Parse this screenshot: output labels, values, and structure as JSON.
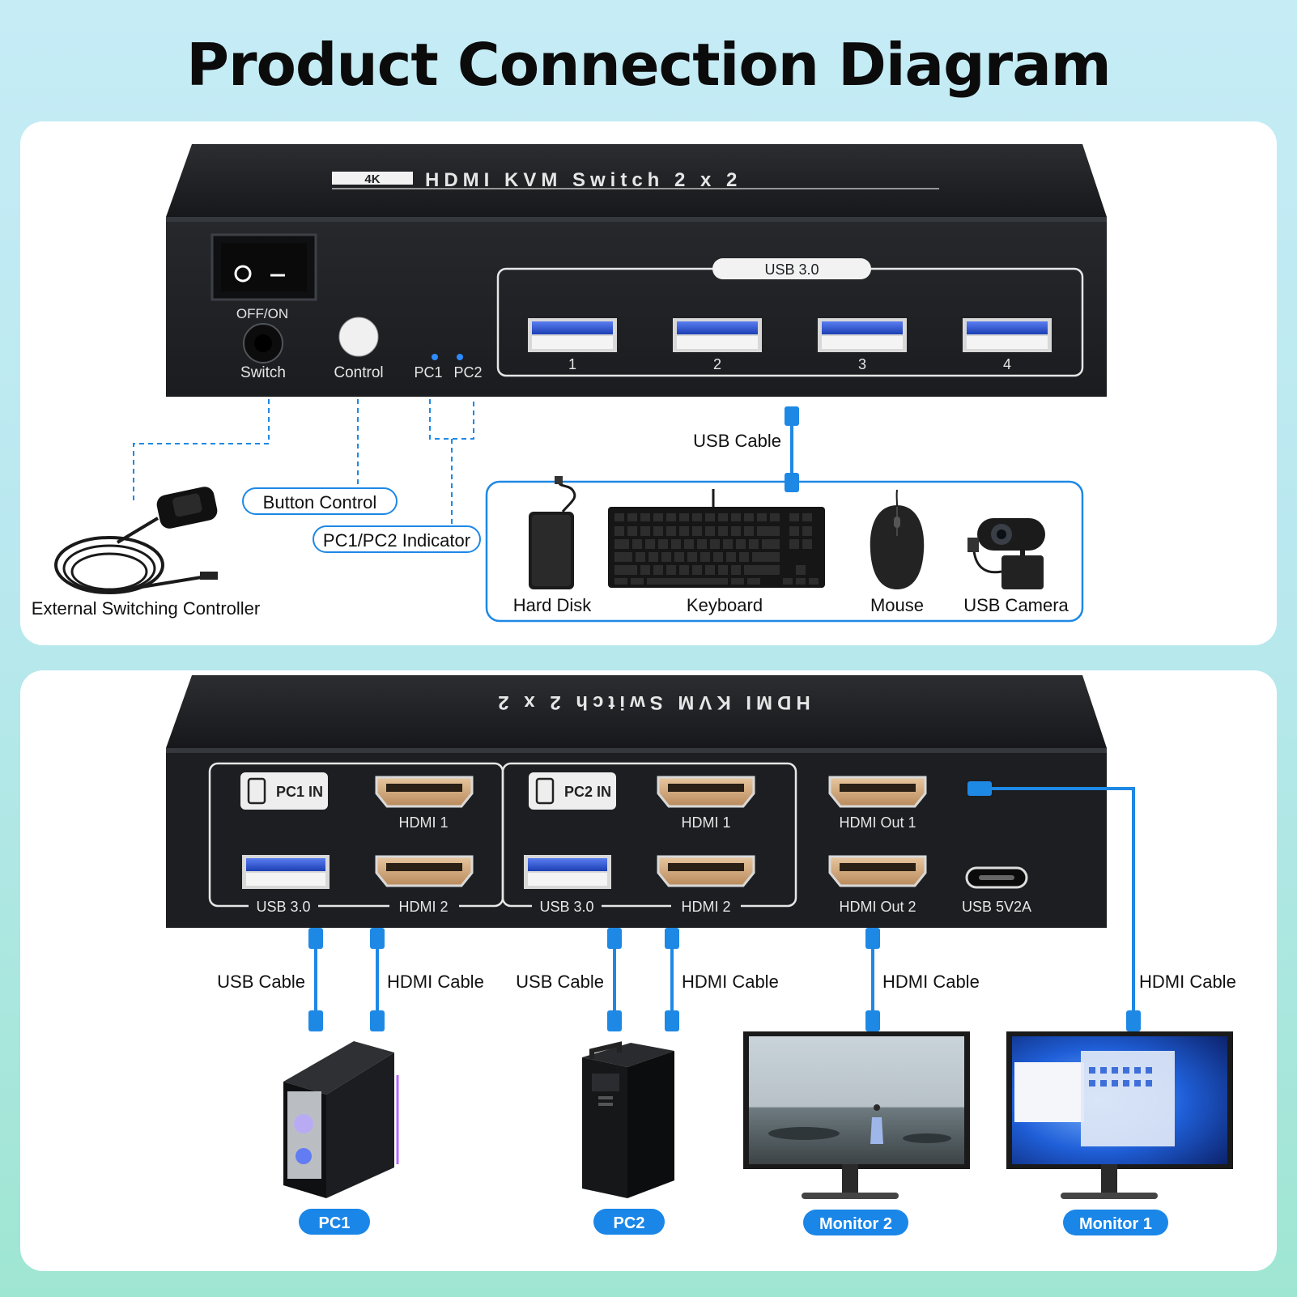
{
  "title": "Product Connection Diagram",
  "front": {
    "device_title": "HDMI KVM Switch 2 x 2",
    "badge": "4K",
    "power_label": "OFF/ON",
    "switch_label": "Switch",
    "control_label": "Control",
    "pc1_led": "PC1",
    "pc2_led": "PC2",
    "usb_group_label": "USB 3.0",
    "usb_ports": [
      "1",
      "2",
      "3",
      "4"
    ],
    "usb_cable_label": "USB Cable",
    "callouts": {
      "button_control": "Button Control",
      "indicator": "PC1/PC2 Indicator",
      "external_controller": "External Switching Controller"
    },
    "peripherals": [
      "Hard Disk",
      "Keyboard",
      "Mouse",
      "USB Camera"
    ]
  },
  "rear": {
    "device_title": "HDMI KVM Switch 2 x 2",
    "pc1_in": "PC1 IN",
    "pc2_in": "PC2 IN",
    "hdmi1": "HDMI 1",
    "hdmi2": "HDMI 2",
    "usb30": "USB 3.0",
    "hdmi_out1": "HDMI Out 1",
    "hdmi_out2": "HDMI Out 2",
    "usb_power": "USB 5V2A",
    "cables": {
      "usb": "USB Cable",
      "hdmi": "HDMI Cable"
    },
    "devices": {
      "pc1": "PC1",
      "pc2": "PC2",
      "monitor2": "Monitor 2",
      "monitor1": "Monitor 1"
    }
  },
  "colors": {
    "accent": "#1e88e5",
    "device": "#1d1f22",
    "pill": "#1a86e8"
  }
}
